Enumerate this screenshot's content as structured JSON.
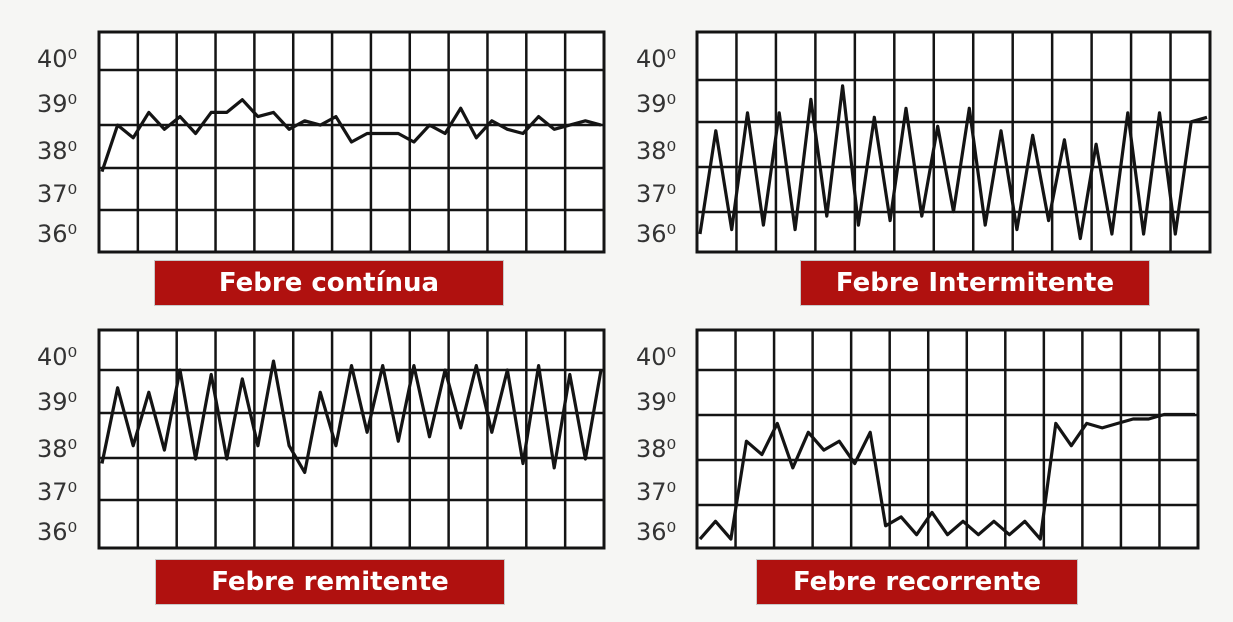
{
  "chart_data": [
    {
      "type": "line",
      "title": "Febre contínua",
      "yticks": [
        "40⁰",
        "39⁰",
        "38⁰",
        "37⁰",
        "36⁰"
      ],
      "ylim": [
        35.5,
        40.7
      ],
      "x": [
        0,
        1,
        2,
        3,
        4,
        5,
        6,
        7,
        8,
        9,
        10,
        11,
        12,
        13,
        14,
        15,
        16,
        17,
        18,
        19,
        20,
        21,
        22,
        23,
        24,
        25,
        26,
        27,
        28,
        29,
        30,
        31,
        32
      ],
      "values": [
        37.4,
        38.5,
        38.2,
        38.8,
        38.4,
        38.7,
        38.3,
        38.8,
        38.8,
        39.1,
        38.7,
        38.8,
        38.4,
        38.6,
        38.5,
        38.7,
        38.1,
        38.3,
        38.3,
        38.3,
        38.1,
        38.5,
        38.3,
        38.9,
        38.2,
        38.6,
        38.4,
        38.3,
        38.7,
        38.4,
        38.5,
        38.6,
        38.5
      ],
      "grid": true
    },
    {
      "type": "line",
      "title": "Febre Intermitente",
      "yticks": [
        "40⁰",
        "39⁰",
        "38⁰",
        "37⁰",
        "36⁰"
      ],
      "ylim": [
        35.6,
        40.5
      ],
      "x": [
        0,
        1,
        2,
        3,
        4,
        5,
        6,
        7,
        8,
        9,
        10,
        11,
        12,
        13,
        14,
        15,
        16,
        17,
        18,
        19,
        20,
        21,
        22,
        23,
        24,
        25,
        26,
        27,
        28,
        29,
        30,
        31,
        32
      ],
      "values": [
        36.0,
        38.3,
        36.1,
        38.7,
        36.2,
        38.7,
        36.1,
        39.0,
        36.4,
        39.3,
        36.2,
        38.6,
        36.3,
        38.8,
        36.4,
        38.4,
        36.5,
        38.8,
        36.2,
        38.3,
        36.1,
        38.2,
        36.3,
        38.1,
        35.9,
        38.0,
        36.0,
        38.7,
        36.0,
        38.7,
        36.0,
        38.5,
        38.6
      ],
      "grid": true
    },
    {
      "type": "line",
      "title": "Febre remitente",
      "yticks": [
        "40⁰",
        "39⁰",
        "38⁰",
        "37⁰",
        "36⁰"
      ],
      "ylim": [
        35.6,
        40.5
      ],
      "x": [
        0,
        1,
        2,
        3,
        4,
        5,
        6,
        7,
        8,
        9,
        10,
        11,
        12,
        13,
        14,
        15,
        16,
        17,
        18,
        19,
        20,
        21,
        22,
        23,
        24,
        25,
        26,
        27,
        28,
        29,
        30,
        31,
        32
      ],
      "values": [
        37.5,
        39.2,
        37.9,
        39.1,
        37.8,
        39.6,
        37.6,
        39.5,
        37.6,
        39.4,
        37.9,
        39.8,
        37.9,
        37.3,
        39.1,
        37.9,
        39.7,
        38.2,
        39.7,
        38.0,
        39.7,
        38.1,
        39.6,
        38.3,
        39.7,
        38.2,
        39.6,
        37.5,
        39.7,
        37.4,
        39.5,
        37.6,
        39.6
      ],
      "grid": true
    },
    {
      "type": "line",
      "title": "Febre recorrente",
      "yticks": [
        "40⁰",
        "39⁰",
        "38⁰",
        "37⁰",
        "36⁰"
      ],
      "ylim": [
        35.6,
        40.5
      ],
      "x": [
        0,
        1,
        2,
        3,
        4,
        5,
        6,
        7,
        8,
        9,
        10,
        11,
        12,
        13,
        14,
        15,
        16,
        17,
        18,
        19,
        20,
        21,
        22,
        23,
        24,
        25,
        26,
        27,
        28,
        29,
        30,
        31,
        32
      ],
      "values": [
        35.8,
        36.2,
        35.8,
        38.0,
        37.7,
        38.4,
        37.4,
        38.2,
        37.8,
        38.0,
        37.5,
        38.2,
        36.1,
        36.3,
        35.9,
        36.4,
        35.9,
        36.2,
        35.9,
        36.2,
        35.9,
        36.2,
        35.8,
        38.4,
        37.9,
        38.4,
        38.3,
        38.4,
        38.5,
        38.5,
        38.6,
        38.6,
        38.6
      ],
      "grid": true
    }
  ],
  "colors": {
    "label_bg": "#b0110f",
    "label_text": "#ffffff",
    "ink": "#141414"
  }
}
